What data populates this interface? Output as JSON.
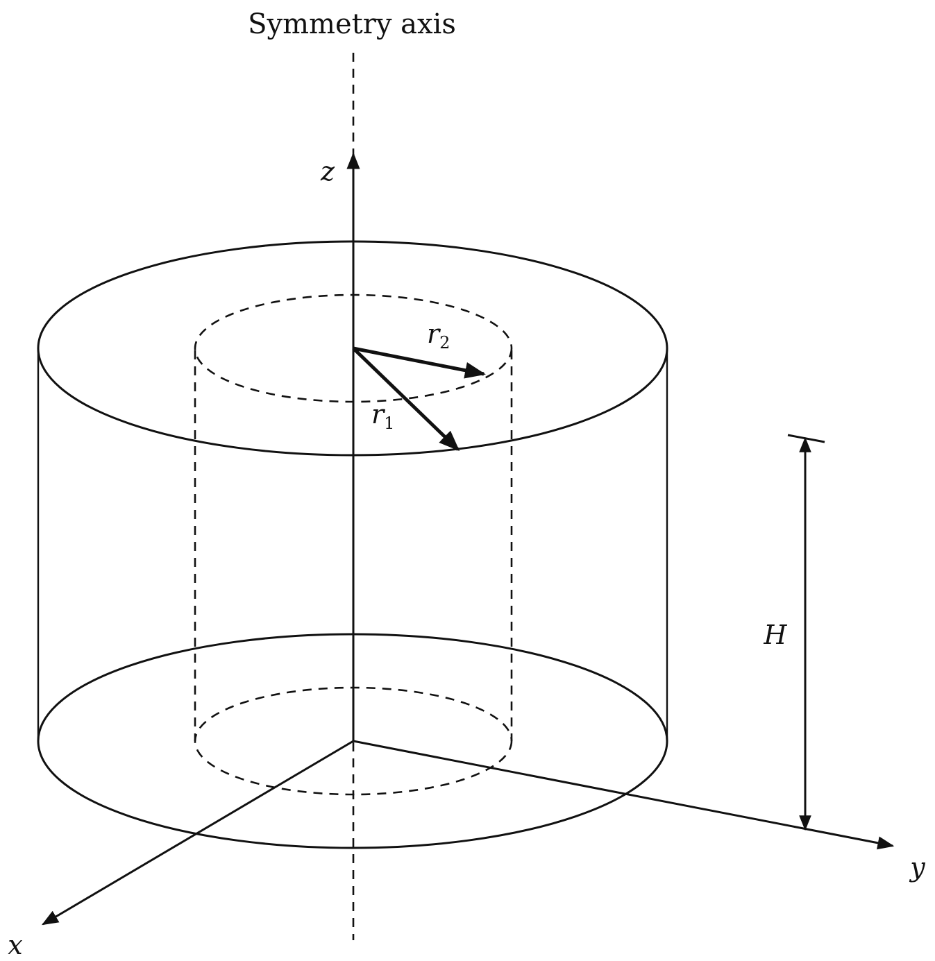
{
  "labels": {
    "symmetry_axis": "Symmetry axis",
    "z_axis": "z",
    "x_axis": "x",
    "y_axis": "y",
    "r1": "r",
    "r1_sub": "1",
    "r2": "r",
    "r2_sub": "2",
    "height": "H"
  },
  "colors": {
    "line": "#111111",
    "background": "#ffffff"
  }
}
